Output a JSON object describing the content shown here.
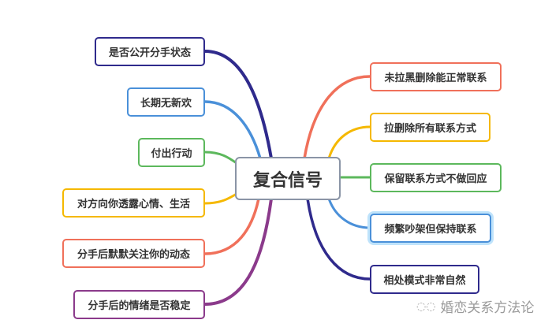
{
  "center": {
    "label": "复合信号"
  },
  "left_branches": [
    {
      "label": "是否公开分手状态",
      "color": "#2f2a8c"
    },
    {
      "label": "长期无新欢",
      "color": "#4a90d9"
    },
    {
      "label": "付出行动",
      "color": "#5cb85c"
    },
    {
      "label": "对方向你透露心情、生活",
      "color": "#f5b800"
    },
    {
      "label": "分手后默默关注你的动态",
      "color": "#f0705a"
    },
    {
      "label": "分手后的情绪是否稳定",
      "color": "#8b3a8b"
    }
  ],
  "right_branches": [
    {
      "label": "未拉黑删除能正常联系",
      "color": "#f0705a"
    },
    {
      "label": "拉删除所有联系方式",
      "color": "#f5b800"
    },
    {
      "label": "保留联系方式不做回应",
      "color": "#5cb85c"
    },
    {
      "label": "频繁吵架但保持联系",
      "color": "#4a90d9"
    },
    {
      "label": "相处模式非常自然",
      "color": "#2f2a8c"
    }
  ],
  "watermark": {
    "icon": "wechat-icon",
    "text": "婚恋关系方法论"
  }
}
